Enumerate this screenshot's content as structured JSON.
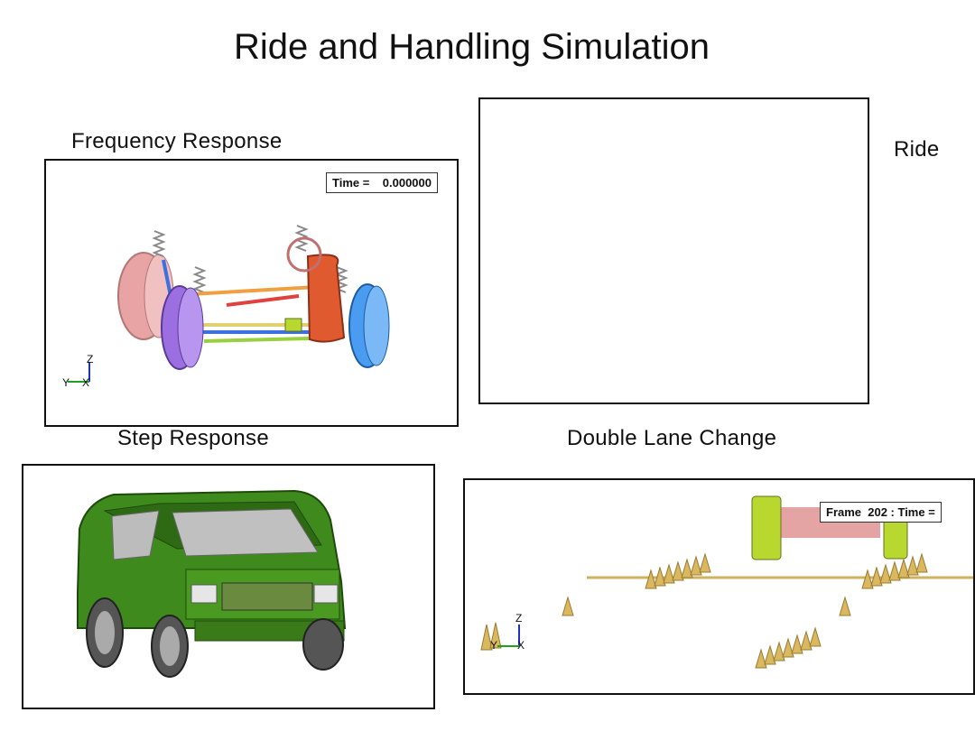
{
  "slide": {
    "title": "Ride and Handling Simulation"
  },
  "panels": {
    "frequency": {
      "label": "Frequency Response",
      "time_label": "Time =",
      "time_value": "0.000000",
      "axis_labels": {
        "z": "Z",
        "y": "Y",
        "x": "X"
      }
    },
    "ride": {
      "label": "Ride"
    },
    "step": {
      "label": "Step Response"
    },
    "lane": {
      "label": "Double Lane Change",
      "frame_text": "Frame  202 : Time =",
      "axis_labels": {
        "z": "Z",
        "y": "Y",
        "x": "X"
      }
    }
  },
  "colors": {
    "suv_body": "#3f8a1c",
    "cone": "#d9b860",
    "road_line": "#d2b060",
    "tire_pink": "#e8a4a4",
    "tire_purple": "#9b6fe0",
    "tire_blue": "#4a9cf0",
    "rotor_orange": "#e05a30"
  }
}
